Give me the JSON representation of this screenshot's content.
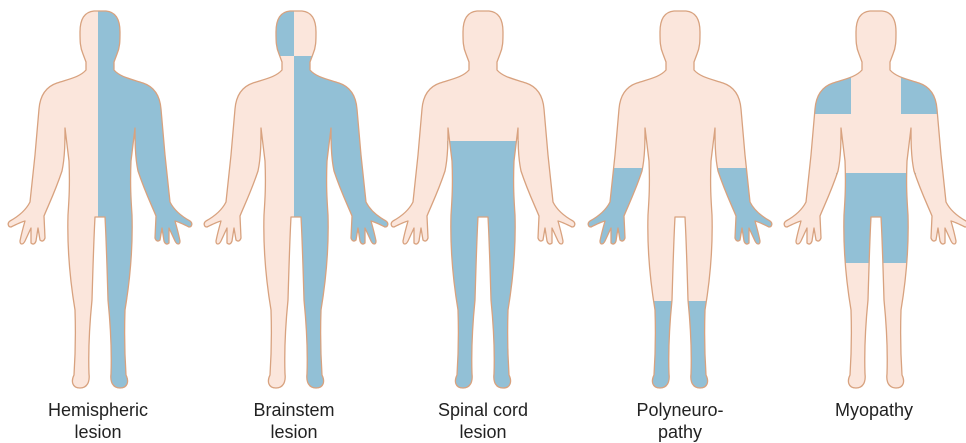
{
  "colors": {
    "skin": "#fbe6dc",
    "outline": "#d8a27f",
    "affected": "#92c0d6"
  },
  "figures": [
    {
      "id": "hemispheric",
      "caption": [
        "Hemispheric",
        "lesion"
      ],
      "pattern": "right-half-with-face"
    },
    {
      "id": "brainstem",
      "caption": [
        "Brainstem",
        "lesion"
      ],
      "pattern": "right-half-body-left-face"
    },
    {
      "id": "spinal",
      "caption": [
        "Spinal cord",
        "lesion"
      ],
      "pattern": "below-waist-level"
    },
    {
      "id": "polyneuro",
      "caption": [
        "Polyneuro-",
        "pathy"
      ],
      "pattern": "distal-hands-and-feet"
    },
    {
      "id": "myopathy",
      "caption": [
        "Myopathy"
      ],
      "pattern": "proximal-shoulders-and-thighs"
    }
  ]
}
